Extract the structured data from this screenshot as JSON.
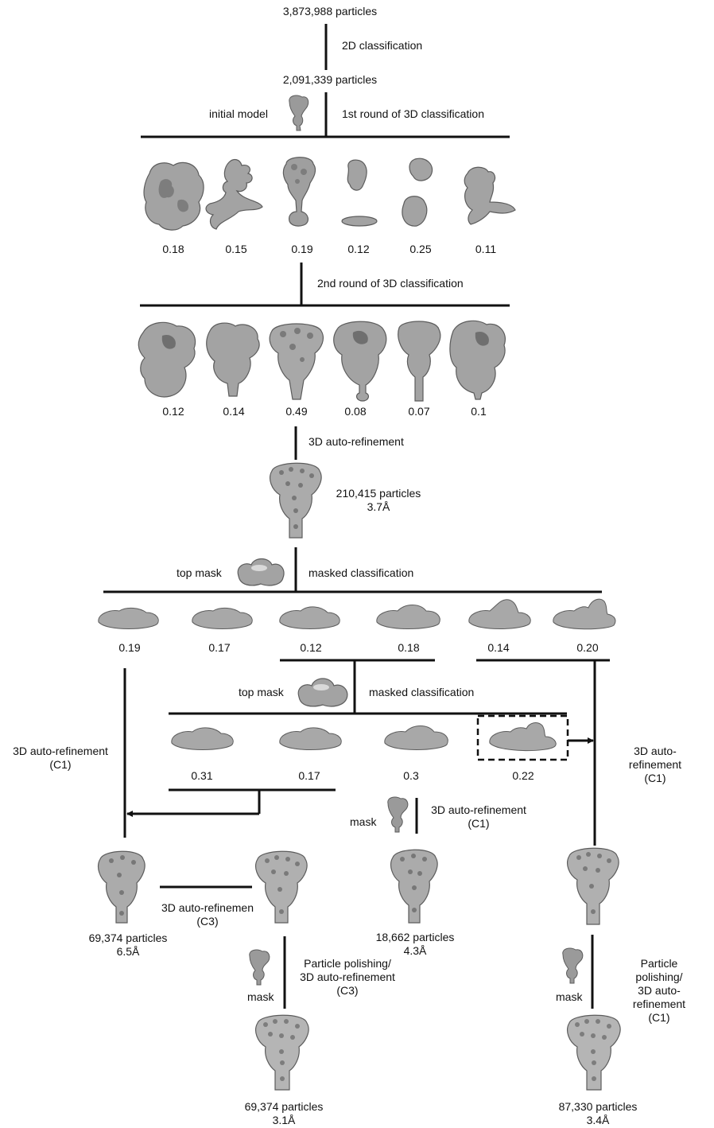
{
  "colors": {
    "line": "#111111",
    "density_fill": "#9a9a9a",
    "density_edge": "#5c5c5c",
    "density_highlight": "#d9d9d9"
  },
  "top": {
    "particles_start": "3,873,988 particles",
    "step_2d": "2D classification",
    "particles_after_2d": "2,091,339 particles",
    "initial_model": "initial model",
    "round1": "1st round of 3D classification"
  },
  "round1_values": [
    "0.18",
    "0.15",
    "0.19",
    "0.12",
    "0.25",
    "0.11"
  ],
  "round2": {
    "label": "2nd round of 3D classification",
    "values": [
      "0.12",
      "0.14",
      "0.49",
      "0.08",
      "0.07",
      "0.1"
    ]
  },
  "refine1": {
    "label": "3D auto-refinement",
    "particles": "210,415 particles",
    "resolution": "3.7Å"
  },
  "masked1": {
    "mask_label": "top mask",
    "label": "masked classification",
    "values": [
      "0.19",
      "0.17",
      "0.12",
      "0.18",
      "0.14",
      "0.20"
    ]
  },
  "masked2": {
    "mask_label": "top mask",
    "label": "masked classification",
    "values": [
      "0.31",
      "0.17",
      "0.3",
      "0.22"
    ]
  },
  "left_branch": {
    "label": "3D auto-refinement\n(C1)",
    "particles": "69,374 particles",
    "resolution": "6.5Å"
  },
  "mid_branch": {
    "mask_label": "mask",
    "label": "3D auto-refinement\n(C1)",
    "particles": "18,662 particles",
    "resolution": "4.3Å"
  },
  "right_branch": {
    "label": "3D auto-refinement\n(C1)",
    "mask_label": "mask",
    "polish_label": "Particle polishing/\n3D auto-refinement\n(C1)",
    "particles": "87,330 particles",
    "resolution": "3.4Å"
  },
  "c3_branch": {
    "label": "3D auto-refinemen\n(C3)",
    "mask_label": "mask",
    "polish_label": "Particle polishing/\n3D auto-refinement\n(C3)",
    "particles": "69,374 particles",
    "resolution": "3.1Å"
  }
}
